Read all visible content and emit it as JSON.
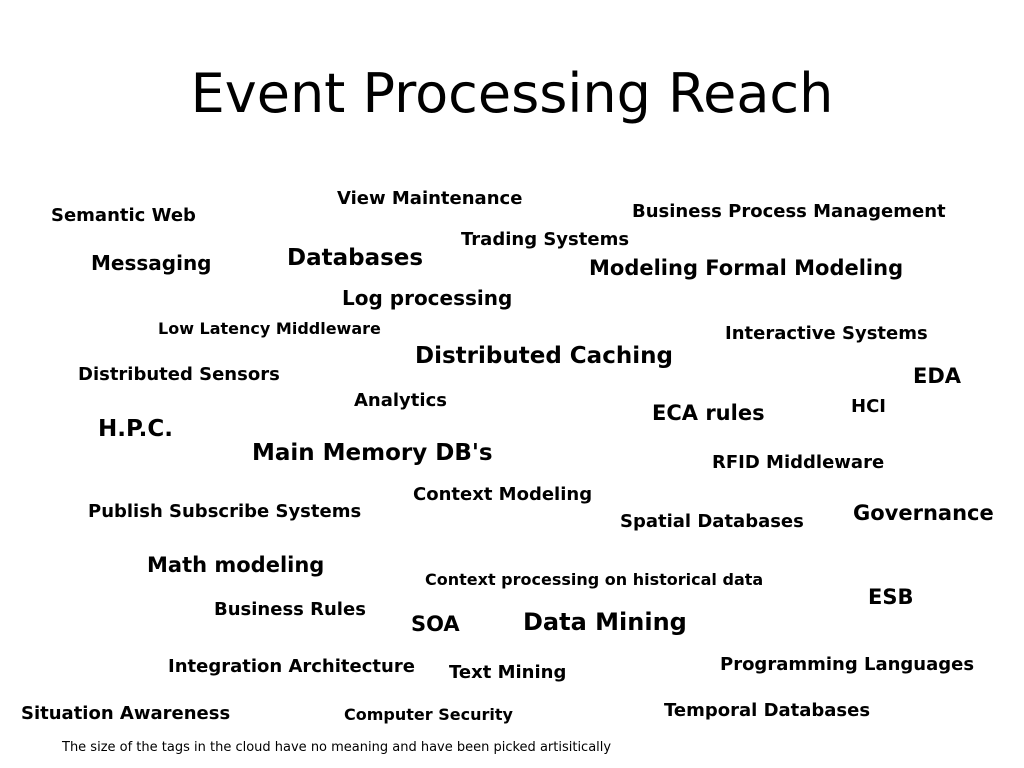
{
  "slide": {
    "title": "Event Processing Reach",
    "footnote": "The size of the tags in the cloud have no meaning and have been picked artisitically"
  },
  "tags": [
    "Semantic Web",
    "View Maintenance",
    "Business Process Management",
    "Trading Systems",
    "Messaging",
    "Databases",
    "Modeling Formal Modeling",
    "Log processing",
    "Low Latency Middleware",
    "Interactive Systems",
    "Distributed Caching",
    "Distributed Sensors",
    "EDA",
    "Analytics",
    "HCI",
    "ECA rules",
    "H.P.C.",
    "Main Memory DB's",
    "RFID Middleware",
    "Context Modeling",
    "Publish Subscribe Systems",
    "Governance",
    "Spatial Databases",
    "Math modeling",
    "Context processing on historical data",
    "ESB",
    "Business Rules",
    "SOA",
    "Data Mining",
    "Programming Languages",
    "Integration Architecture",
    "Text Mining",
    "Temporal Databases",
    "Situation Awareness",
    "Computer Security"
  ]
}
